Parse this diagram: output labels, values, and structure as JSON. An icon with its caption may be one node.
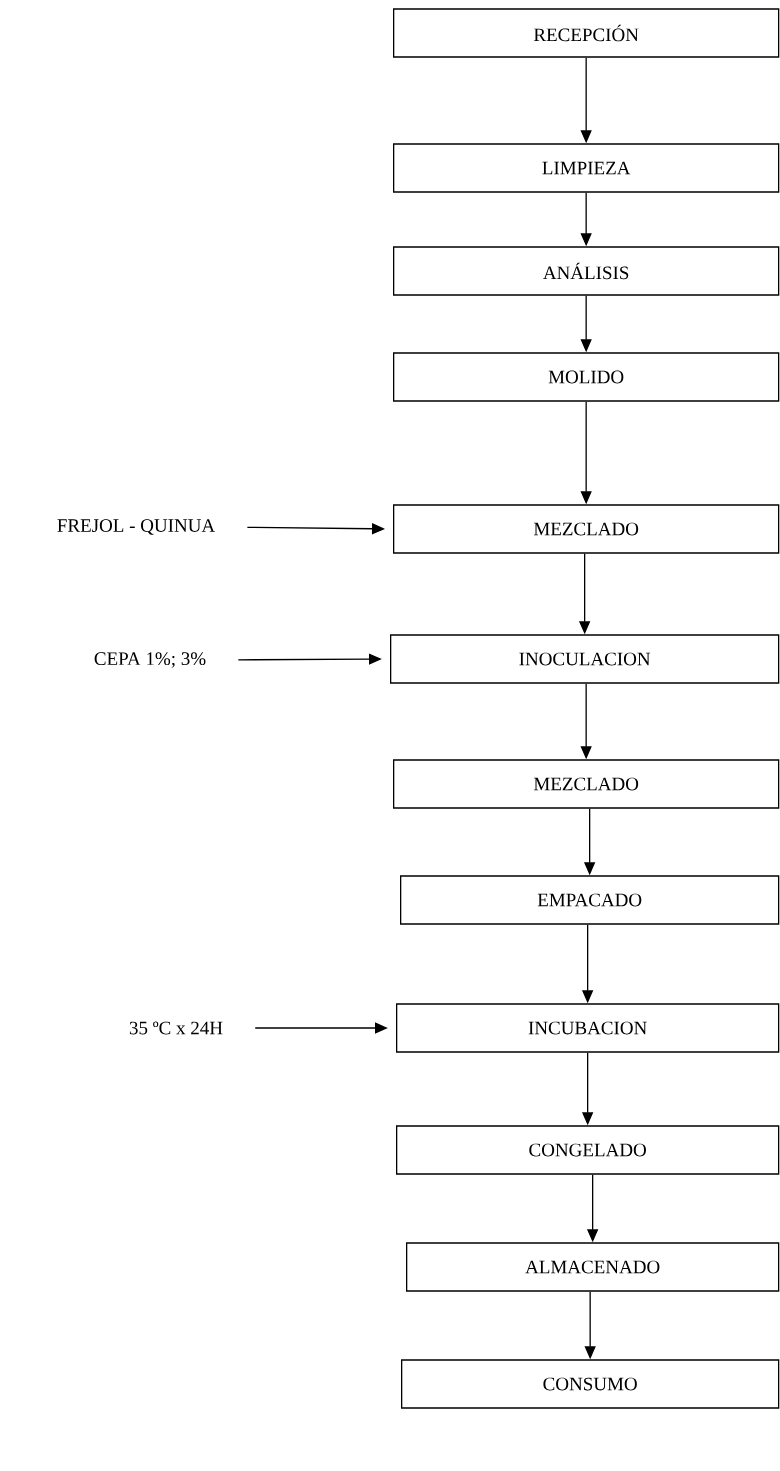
{
  "diagram": {
    "nodes": [
      {
        "text": [
          "RECEPCIÓN"
        ]
      },
      {
        "text": [
          "LIMPIEZA"
        ]
      },
      {
        "text": [
          "ANÁLISIS"
        ]
      },
      {
        "text": [
          "MOLIDO"
        ]
      },
      {
        "text": [
          "FREJOL - QUINUA"
        ]
      },
      {
        "text": [
          "MEZCLADO"
        ]
      },
      {
        "text": [
          "CEPA 1%; 3%"
        ]
      },
      {
        "text": [
          "INOCULACION"
        ]
      },
      {
        "text": [
          "MEZCLADO"
        ]
      },
      {
        "text": [
          "EMPACADO"
        ]
      },
      {
        "text": [
          "35 ºC x 24H"
        ]
      },
      {
        "text": [
          "INCUBACION"
        ]
      },
      {
        "text": [
          "CONGELADO"
        ]
      },
      {
        "text": [
          "ALMACENADO"
        ]
      },
      {
        "text": [
          "CONSUMO"
        ]
      }
    ],
    "edges": [
      {
        "from": 0,
        "to": 1,
        "arrow": "to"
      },
      {
        "from": 1,
        "to": 2,
        "arrow": "to"
      },
      {
        "from": 2,
        "to": 3,
        "arrow": "to"
      },
      {
        "from": 3,
        "to": 5,
        "arrow": "to"
      },
      {
        "from": 4,
        "to": 5,
        "arrow": "to"
      },
      {
        "from": 5,
        "to": 7,
        "arrow": "to"
      },
      {
        "from": 6,
        "to": 7,
        "arrow": "to"
      },
      {
        "from": 7,
        "to": 8,
        "arrow": "to"
      },
      {
        "from": 8,
        "to": 9,
        "arrow": "to"
      },
      {
        "from": 9,
        "to": 11,
        "arrow": "to"
      },
      {
        "from": 10,
        "to": 11,
        "arrow": "to"
      },
      {
        "from": 11,
        "to": 12,
        "arrow": "to"
      },
      {
        "from": 12,
        "to": 13,
        "arrow": "to"
      },
      {
        "from": 13,
        "to": 14,
        "arrow": "to"
      }
    ]
  }
}
